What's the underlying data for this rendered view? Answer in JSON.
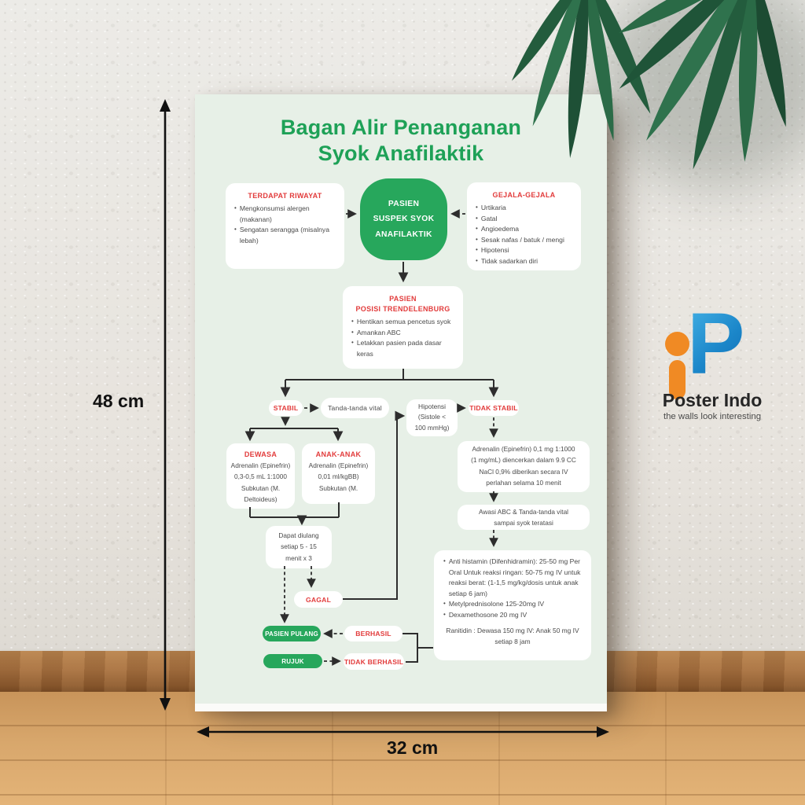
{
  "scene": {
    "height_label": "48 cm",
    "width_label": "32 cm"
  },
  "brand": {
    "name": "Poster Indo",
    "tagline": "the walls look interesting",
    "logo_letter": "P",
    "logo_blue": "#1b86c9",
    "logo_orange": "#f08a24"
  },
  "poster": {
    "title": [
      "Bagan Alir Penanganan",
      "Syok Anafilaktik"
    ],
    "colors": {
      "green": "#27a75c",
      "red": "#e23b3b",
      "background": "#e7f0e7",
      "title_green": "#1ea157"
    },
    "riwayat": {
      "title": "TERDAPAT RIWAYAT",
      "bullets": [
        "Mengkonsumsi alergen (makanan)",
        "Sengatan serangga (misalnya lebah)"
      ]
    },
    "suspek": {
      "lines": [
        "PASIEN",
        "SUSPEK SYOK",
        "ANAFILAKTIK"
      ]
    },
    "gejala": {
      "title": "GEJALA-GEJALA",
      "bullets": [
        "Urtikaria",
        "Gatal",
        "Angioedema",
        "Sesak nafas / batuk / mengi",
        "Hipotensi",
        "Tidak sadarkan diri"
      ]
    },
    "trendelenburg": {
      "title": [
        "PASIEN",
        "POSISI TRENDELENBURG"
      ],
      "bullets": [
        "Hentikan semua pencetus syok",
        "Amankan ABC",
        "Letakkan pasien pada dasar keras"
      ]
    },
    "stabil": "STABIL",
    "tanda_vital": "Tanda-tanda vital",
    "hipotensi": [
      "Hipotensi",
      "(Sistole <",
      "100 mmHg)"
    ],
    "tidak_stabil": "TIDAK STABIL",
    "dewasa": {
      "title": "DEWASA",
      "lines": [
        "Adrenalin (Epinefrin)",
        "0,3-0,5 mL 1:1000",
        "Subkutan (M.",
        "Deltoideus)"
      ]
    },
    "anak": {
      "title": "ANAK-ANAK",
      "lines": [
        "Adrenalin (Epinefrin)",
        "0,01 ml/kgBB)",
        "Subkutan (M."
      ]
    },
    "diulang": [
      "Dapat diulang",
      "setiap 5 - 15",
      "menit x 3"
    ],
    "gagal": "GAGAL",
    "pasien_pulang": "PASIEN PULANG",
    "berhasil": "BERHASIL",
    "rujuk": "RUJUK",
    "tidak_berhasil": "TIDAK BERHASIL",
    "adrenalin_iv": [
      "Adrenalin (Epinefrin) 0,1 mg 1:1000",
      "(1 mg/mL) diencerkan dalam 9.9 CC",
      "NaCl 0,9% diberikan secara IV",
      "perlahan selama 10 menit"
    ],
    "awasi": [
      "Awasi ABC & Tanda-tanda vital",
      "sampai syok teratasi"
    ],
    "terapi": {
      "bullets": [
        "Anti histamin (Difenhidramin): 25-50 mg Per Oral Untuk reaksi ringan: 50-75 mg IV untuk reaksi berat: (1-1,5 mg/kg/dosis untuk anak setiap 6 jam)",
        "Metylprednisolone 125-20mg IV",
        "Dexamethosone 20 mg IV"
      ],
      "footer": [
        "Ranitidin : Dewasa 150 mg IV: Anak 50 mg IV",
        "setiap 8 jam"
      ]
    }
  }
}
